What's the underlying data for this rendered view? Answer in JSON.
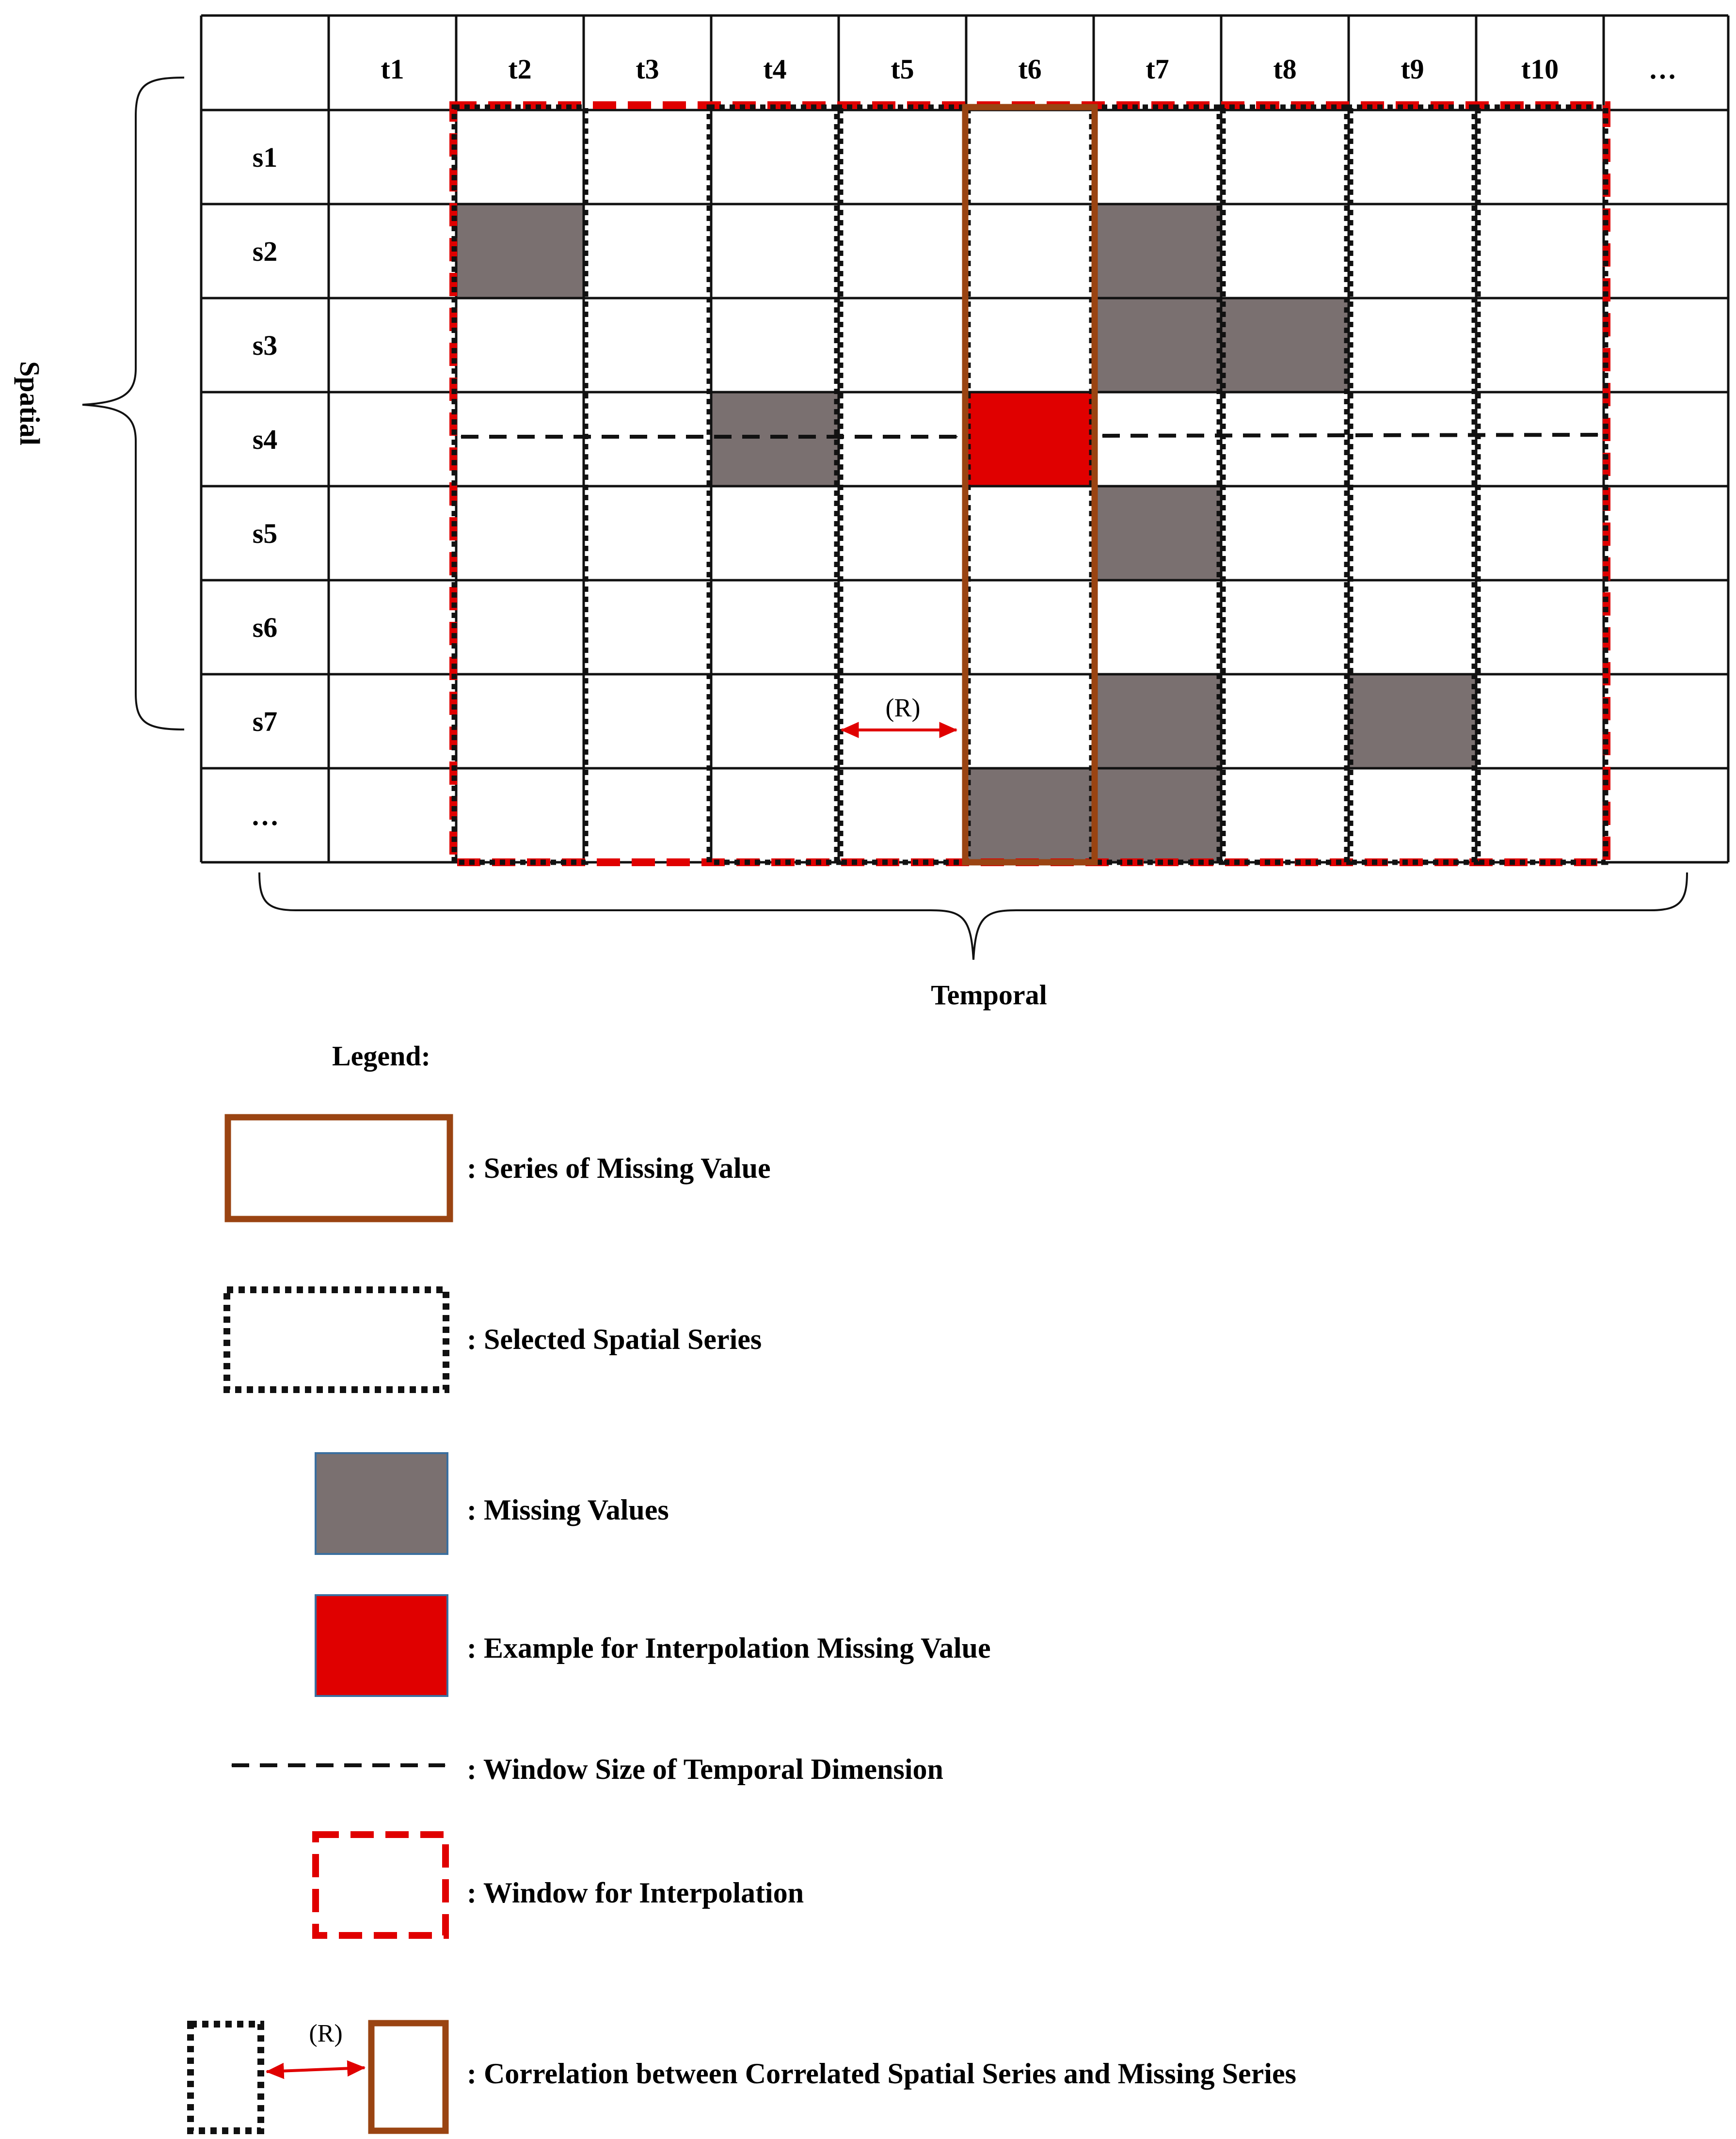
{
  "grid": {
    "column_headers": [
      "t1",
      "t2",
      "t3",
      "t4",
      "t5",
      "t6",
      "t7",
      "t8",
      "t9",
      "t10",
      "…"
    ],
    "row_headers": [
      "s1",
      "s2",
      "s3",
      "s4",
      "s5",
      "s6",
      "s7",
      "…"
    ],
    "missing_cells": [
      {
        "row": "s2",
        "col": "t2"
      },
      {
        "row": "s2",
        "col": "t7"
      },
      {
        "row": "s3",
        "col": "t7"
      },
      {
        "row": "s3",
        "col": "t8"
      },
      {
        "row": "s4",
        "col": "t4"
      },
      {
        "row": "s5",
        "col": "t7"
      },
      {
        "row": "s7",
        "col": "t7"
      },
      {
        "row": "s7",
        "col": "t9"
      },
      {
        "row": "…",
        "col": "t6"
      },
      {
        "row": "…",
        "col": "t7"
      }
    ],
    "interpolation_example_cell": {
      "row": "s4",
      "col": "t6"
    },
    "missing_value_series_column": "t6",
    "selected_spatial_series_columns": [
      "t2",
      "t4",
      "t5",
      "t7",
      "t8",
      "t9",
      "t10"
    ],
    "window_columns": [
      "t2",
      "t10"
    ],
    "correlation_label": "(R)"
  },
  "axes": {
    "spatial_label": "Spatial",
    "temporal_label": "Temporal"
  },
  "legend": {
    "title": "Legend:",
    "items": [
      {
        "key": "series-missing",
        "label": ": Series of Missing Value"
      },
      {
        "key": "selected-spatial",
        "label": ": Selected Spatial Series"
      },
      {
        "key": "missing-values",
        "label": ": Missing Values"
      },
      {
        "key": "interp-example",
        "label": ": Example for Interpolation Missing Value"
      },
      {
        "key": "window-temporal",
        "label": ": Window Size of Temporal Dimension"
      },
      {
        "key": "window-interp",
        "label": ": Window for Interpolation"
      },
      {
        "key": "correlation",
        "label": ": Correlation between Correlated Spatial Series and Missing  Series"
      }
    ],
    "correlation_symbol_label": "(R)"
  },
  "colors": {
    "missing": "#7a7070",
    "interp_example": "#e00000",
    "series_missing_border": "#9a4412",
    "window_red": "#e00000",
    "grid_line": "#111111",
    "legend_missing_border": "#3a6f9f"
  }
}
